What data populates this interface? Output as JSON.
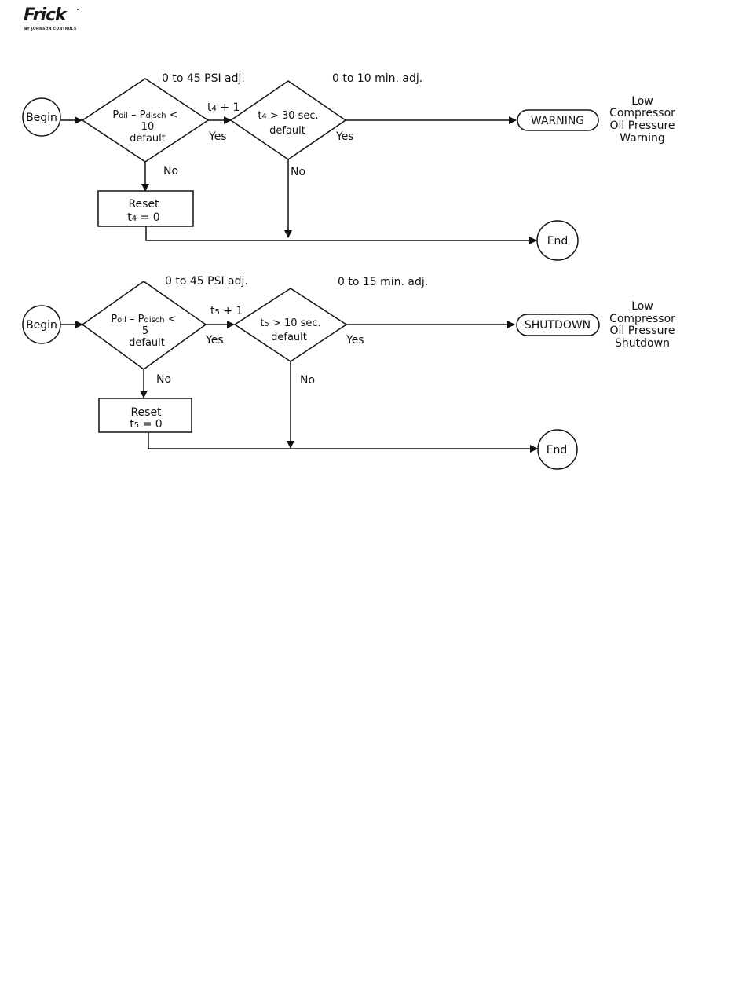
{
  "header": {
    "logo_text": "Frick",
    "logo_subtext": "BY JOHNSON CONTROLS"
  },
  "flows": [
    {
      "begin": "Begin",
      "range1": "0 to 45 PSI adj.",
      "cond1_line1_a": "P",
      "cond1_line1_a_sub": "oil",
      "cond1_line1_b": " – P",
      "cond1_line1_b_sub": "disch",
      "cond1_line1_c": " <",
      "cond1_line2": "10",
      "cond1_line3": "default",
      "increment_var": "t",
      "increment_sub": "4",
      "increment_rest": " + 1",
      "yes1": "Yes",
      "no1": "No",
      "range2": "0 to 10 min. adj.",
      "cond2_var": "t",
      "cond2_sub": "4",
      "cond2_rest": " > 30 sec.",
      "cond2_line2": "default",
      "yes2": "Yes",
      "no2": "No",
      "reset_title": "Reset",
      "reset_var": "t",
      "reset_sub": "4",
      "reset_rest": " = 0",
      "action": "WARNING",
      "desc": [
        "Low",
        "Compressor",
        "Oil Pressure",
        "Warning"
      ],
      "end": "End"
    },
    {
      "begin": "Begin",
      "range1": "0 to 45 PSI adj.",
      "cond1_line1_a": "P",
      "cond1_line1_a_sub": "oil",
      "cond1_line1_b": " – P",
      "cond1_line1_b_sub": "disch",
      "cond1_line1_c": " <",
      "cond1_line2": "5",
      "cond1_line3": "default",
      "increment_var": "t",
      "increment_sub": "5",
      "increment_rest": " + 1",
      "yes1": "Yes",
      "no1": "No",
      "range2": "0 to 15 min. adj.",
      "cond2_var": "t",
      "cond2_sub": "5",
      "cond2_rest": " > 10 sec.",
      "cond2_line2": "default",
      "yes2": "Yes",
      "no2": "No",
      "reset_title": "Reset",
      "reset_var": "t",
      "reset_sub": "5",
      "reset_rest": " = 0",
      "action": "SHUTDOWN",
      "desc": [
        "Low",
        "Compressor",
        "Oil Pressure",
        "Shutdown"
      ],
      "end": "End"
    }
  ]
}
